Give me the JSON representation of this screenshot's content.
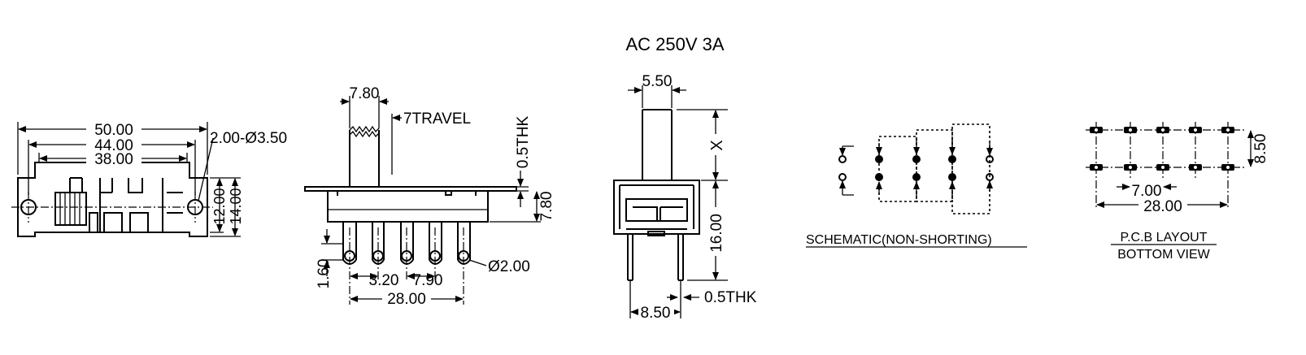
{
  "title": "AC 250V 3A",
  "front_view": {
    "dim_overall": "50.00",
    "dim_mid": "44.00",
    "dim_inner": "38.00",
    "hole_label": "2.00-Ø3.50",
    "dim_h1": "12.00",
    "dim_h2": "14.00"
  },
  "side_view": {
    "knob_width": "7.80",
    "travel": "7TRAVEL",
    "plate_thk": "0.5THK",
    "body_height": "7.80",
    "pin_offset": "1.60",
    "pin_pitch1": "3.20",
    "pin_pitch2": "7.90",
    "pin_diameter": "Ø2.00",
    "pin_span": "28.00"
  },
  "end_view": {
    "knob_width": "5.50",
    "knob_height": "X",
    "pin_length": "16.00",
    "pin_spacing": "8.50",
    "pin_thk": "0.5THK"
  },
  "schematic": {
    "label": "SCHEMATIC(NON-SHORTING)"
  },
  "pcb": {
    "label_line1": "P.C.B LAYOUT",
    "label_line2": "BOTTOM VIEW",
    "dim_row_spacing": "8.50",
    "dim_pitch": "7.00",
    "dim_span": "28.00"
  }
}
